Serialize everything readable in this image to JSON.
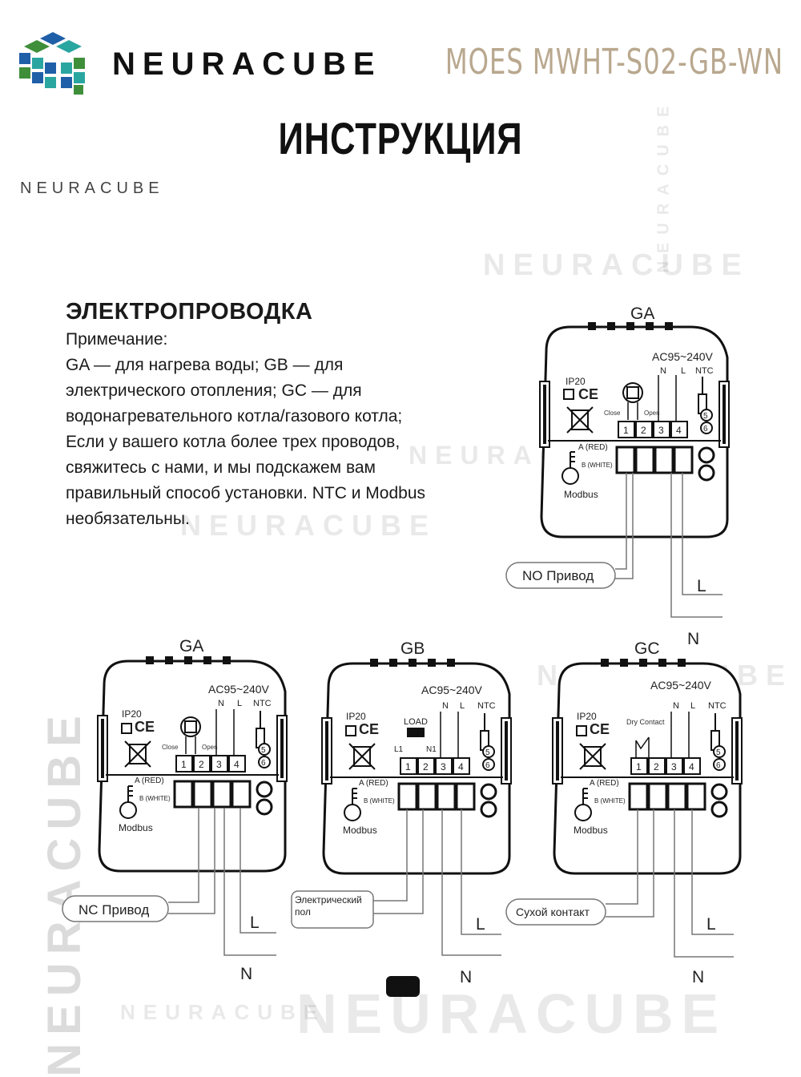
{
  "header": {
    "brand_name": "NEURACUBE",
    "model": "MOES MWHT-S02-GB-WN",
    "doc_title": "ИНСТРУКЦИЯ",
    "small_brand": "NEURACUBE"
  },
  "section": {
    "heading": "ЭЛЕКТРОПРОВОДКА",
    "note_lines": [
      "Примечание:",
      "GA — для нагрева воды; GB — для",
      "электрического отопления; GC — для",
      "водонагревательного котла/газового котла;",
      "Если у вашего котла более трех проводов,",
      "свяжитесь с нами, и мы подскажем вам",
      "правильный способ установки. NTC и Modbus",
      "необязательны."
    ]
  },
  "diagram_common": {
    "voltage": "AC95~240V",
    "n": "N",
    "l": "L",
    "ntc": "NTC",
    "ip": "IP20",
    "ce": "CE",
    "a_red": "A (RED)",
    "b_white": "B (WHITE)",
    "modbus": "Modbus",
    "terminals": [
      "1",
      "2",
      "3",
      "4"
    ],
    "ntc_terminals": [
      "5",
      "6"
    ],
    "line_label": "L",
    "neutral_label": "N"
  },
  "diagrams": [
    {
      "model": "GA",
      "sub1": "Close",
      "sub2": "Open",
      "extra": "",
      "load_label": "NO Привод"
    },
    {
      "model": "GA",
      "sub1": "Close",
      "sub2": "Open",
      "extra": "",
      "load_label": "NC Привод"
    },
    {
      "model": "GB",
      "sub1": "L1",
      "sub2": "N1",
      "extra": "LOAD",
      "load_label": "Электрический пол"
    },
    {
      "model": "GC",
      "sub1": "",
      "sub2": "",
      "extra": "Dry Contact",
      "load_label": "Сухой контакт"
    }
  ],
  "watermark": "NEURACUBE",
  "colors": {
    "logo_blue": "#1f5fa8",
    "logo_teal": "#2aa6a0",
    "logo_green": "#3f8f3a",
    "model_tan": "#b9a88f"
  }
}
